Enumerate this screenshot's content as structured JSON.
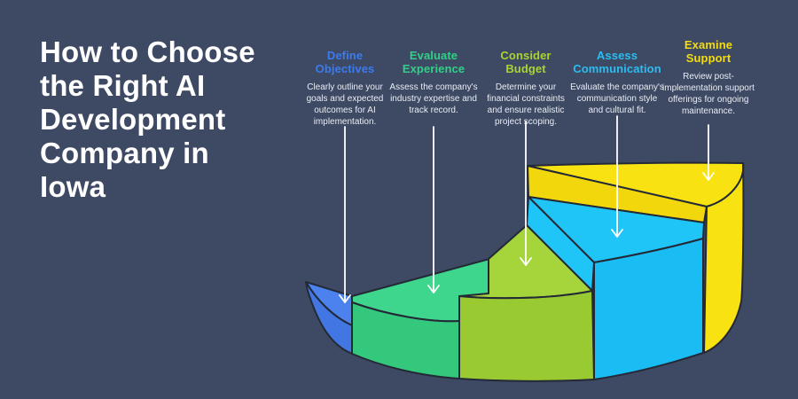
{
  "background_color": "#3e4a64",
  "outline_color": "#232936",
  "arrow_color": "#ffffff",
  "title": {
    "text": "How to Choose\nthe Right AI\nDevelopment\nCompany in\nIowa",
    "color": "#ffffff"
  },
  "steps": [
    {
      "heading": "Define\nObjectives",
      "description": "Clearly outline your goals and expected outcomes for AI implementation.",
      "color": "#3b7bf0",
      "top_fill": "#4b82ee",
      "side_fill": "#4276e2"
    },
    {
      "heading": "Evaluate\nExperience",
      "description": "Assess the company's industry expertise and track record.",
      "color": "#30d186",
      "top_fill": "#3ed68c",
      "side_fill": "#34c87d"
    },
    {
      "heading": "Consider\nBudget",
      "description": "Determine your financial constraints and ensure realistic project scoping.",
      "color": "#abd32f",
      "top_fill": "#a5d53a",
      "side_fill": "#9aca31"
    },
    {
      "heading": "Assess\nCommunication",
      "description": "Evaluate the company's communication style and cultural fit.",
      "color": "#29bdf2",
      "top_fill": "#20c5f8",
      "side_fill": "#1abdf3"
    },
    {
      "heading": "Examine\nSupport",
      "description": "Review post-implementation support offerings for ongoing maintenance.",
      "color": "#f5dc10",
      "top_fill": "#f9e211",
      "side_fill": "#f3d70d"
    }
  ]
}
